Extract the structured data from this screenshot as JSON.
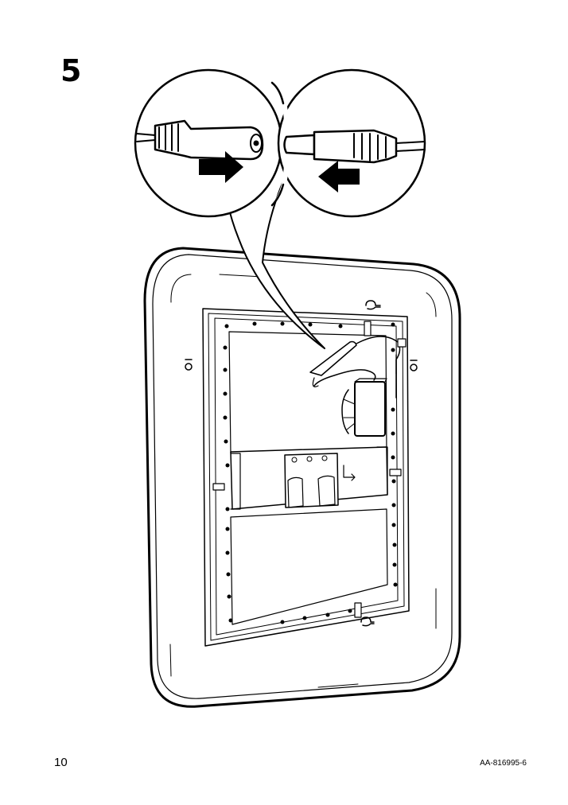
{
  "step": {
    "number": "5"
  },
  "footer": {
    "page_number": "10",
    "document_code": "AA-816995-6"
  },
  "icons": [
    "connector-female-icon",
    "connector-male-icon",
    "arrow-right-icon",
    "arrow-left-icon",
    "mirror-frame-back-icon",
    "power-adapter-icon",
    "keyhole-hanger-icon"
  ],
  "colors": {
    "line": "#000000",
    "background": "#ffffff"
  }
}
